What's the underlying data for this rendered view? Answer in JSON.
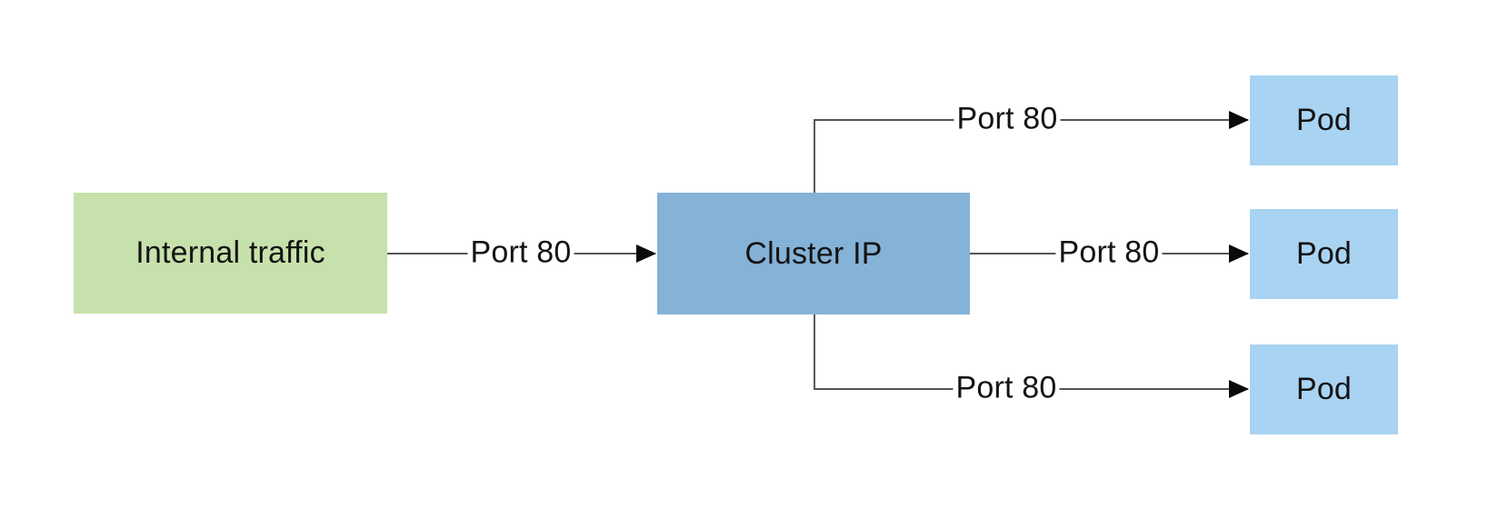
{
  "diagram": {
    "type": "flow-diagram",
    "topic": "Cluster IP service routing internal traffic to pods",
    "nodes": {
      "internal_traffic": {
        "label": "Internal traffic",
        "color": "#c7e1ac"
      },
      "cluster_ip": {
        "label": "Cluster IP",
        "color": "#85b2d7"
      },
      "pod_1": {
        "label": "Pod",
        "color": "#a9d3f2"
      },
      "pod_2": {
        "label": "Pod",
        "color": "#a9d3f2"
      },
      "pod_3": {
        "label": "Pod",
        "color": "#a9d3f2"
      }
    },
    "edges": [
      {
        "from": "internal_traffic",
        "to": "cluster_ip",
        "label": "Port 80"
      },
      {
        "from": "cluster_ip",
        "to": "pod_1",
        "label": "Port 80"
      },
      {
        "from": "cluster_ip",
        "to": "pod_2",
        "label": "Port 80"
      },
      {
        "from": "cluster_ip",
        "to": "pod_3",
        "label": "Port 80"
      }
    ],
    "colors": {
      "background": "#ffffff",
      "line": "#3d3d3d",
      "arrowhead": "#0a0a0a",
      "text": "#141414"
    }
  }
}
